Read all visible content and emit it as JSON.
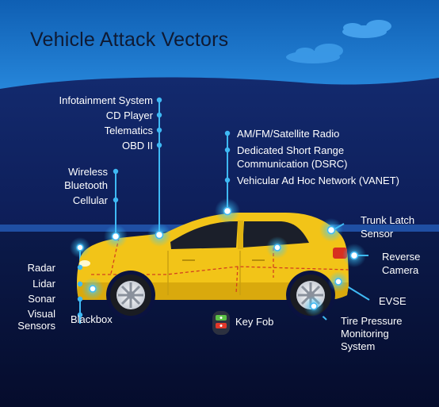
{
  "title": "Vehicle Attack Vectors",
  "labels": {
    "infotainment": "Infotainment System",
    "cd_player": "CD Player",
    "telematics": "Telematics",
    "obd": "OBD II",
    "am_fm": "AM/FM/Satellite Radio",
    "dsrc_line1": "Dedicated Short Range",
    "dsrc_line2": "Communication (DSRC)",
    "vanet": "Vehicular Ad Hoc Network (VANET)",
    "wireless": "Wireless",
    "bluetooth": "Bluetooth",
    "cellular": "Cellular",
    "trunk_line1": "Trunk Latch",
    "trunk_line2": "Sensor",
    "reverse_line1": "Reverse",
    "reverse_line2": "Camera",
    "radar": "Radar",
    "lidar": "Lidar",
    "sonar": "Sonar",
    "visual_line1": "Visual",
    "visual_line2": "Sensors",
    "blackbox": "Blackbox",
    "key_fob": "Key Fob",
    "evse": "EVSE",
    "tpms_line1": "Tire Pressure",
    "tpms_line2": "Monitoring",
    "tpms_line3": "System"
  },
  "colors": {
    "sky": "#1c79cf",
    "night": "#0c1b52",
    "road": "#08113a",
    "car": "#f2c418",
    "glow": "#38c6ff"
  }
}
